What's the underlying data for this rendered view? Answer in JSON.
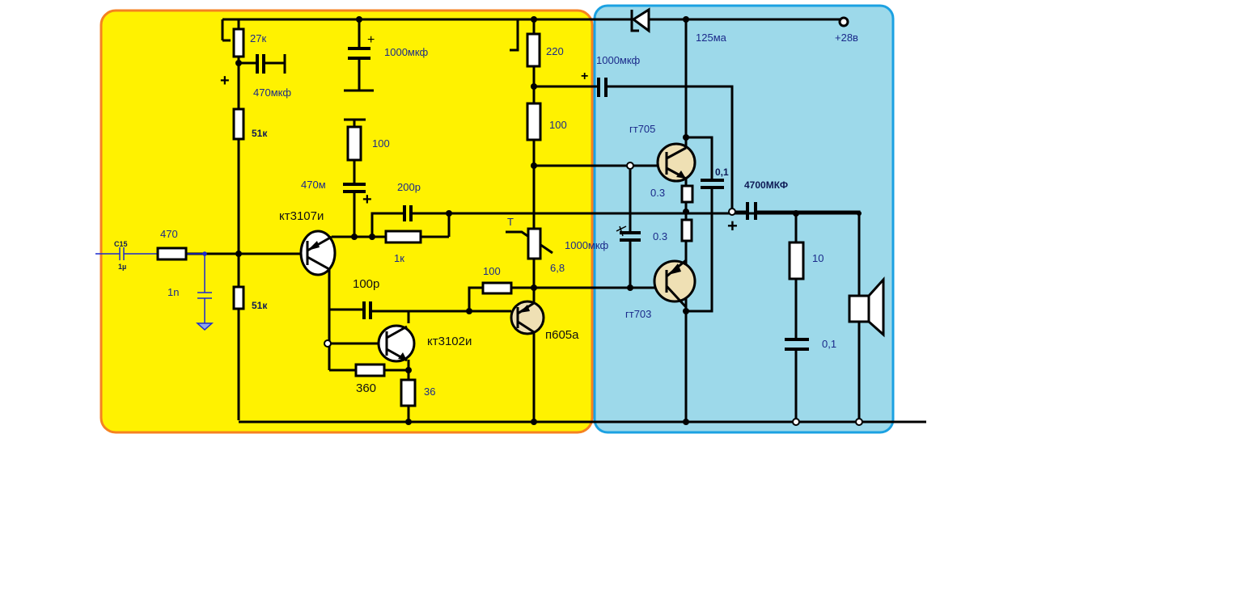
{
  "colors": {
    "preamp_panel": "#fff200",
    "preamp_border": "#f58220",
    "output_panel": "#9dd9ea",
    "output_border": "#1ba1e2",
    "output_transistor_fill": "#efe0b4"
  },
  "labels": {
    "r_27k": "27к",
    "c_470uf": "470мкф",
    "c_1000uf_top": "1000мкф",
    "r_220": "220",
    "c_1000uf_right": "1000мкф",
    "r_100_a": "100",
    "r_100_b": "100",
    "r_51k_top": "51к",
    "r_51k_bottom": "51к",
    "c_470m": "470м",
    "c_200p": "200р",
    "q_kt3107": "кт3107и",
    "r_470": "470",
    "c15_name": "C15",
    "c15_value": "1µ",
    "c_1n": "1n",
    "r_1k": "1к",
    "thermistor_t": "T",
    "thermistor_value": "6,8",
    "c_1000uf_mid": "1000мкф",
    "r_100_c": "100",
    "c_100p": "100р",
    "q_kt3102": "кт3102и",
    "q_p605a": "п605а",
    "r_360": "360",
    "r_36": "36",
    "current": "125ма",
    "supply": "+28в",
    "q_gt705": "гт705",
    "q_gt703": "гт703",
    "r_03_top": "0.3",
    "r_03_bottom": "0.3",
    "c_01_bridge": "0,1",
    "c_4700uf": "4700МКФ",
    "r_10": "10",
    "c_01_zobel": "0,1",
    "plus": "+"
  }
}
